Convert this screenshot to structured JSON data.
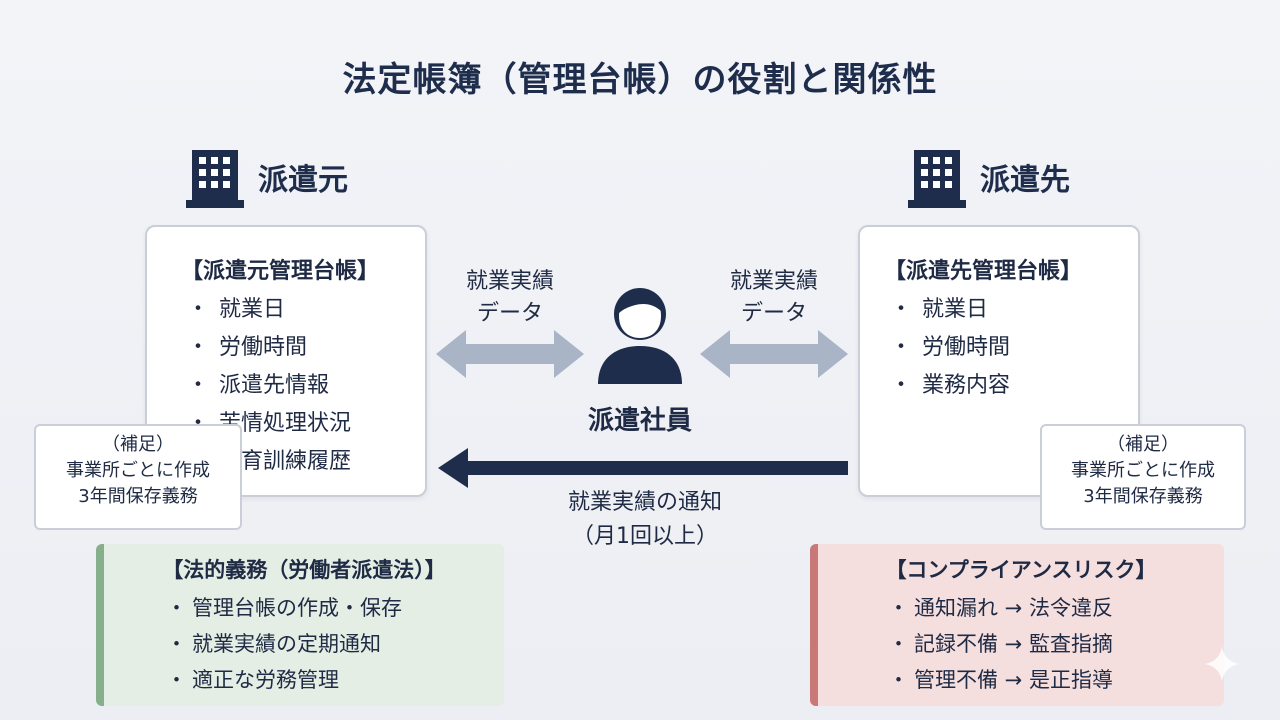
{
  "title": "法定帳簿（管理台帳）の役割と関係性",
  "left": {
    "org": "派遣元",
    "card_title": "【派遣元管理台帳】",
    "items": [
      "就業日",
      "労働時間",
      "派遣先情報",
      "苦情処理状況",
      "教育訓練履歴"
    ],
    "note": [
      "（補足）",
      "事業所ごとに作成",
      "3年間保存義務"
    ]
  },
  "right": {
    "org": "派遣先",
    "card_title": "【派遣先管理台帳】",
    "items": [
      "就業日",
      "労働時間",
      "業務内容"
    ],
    "note": [
      "（補足）",
      "事業所ごとに作成",
      "3年間保存義務"
    ]
  },
  "center": {
    "person": "派遣社員",
    "left_arrow_label": [
      "就業実績",
      "データ"
    ],
    "right_arrow_label": [
      "就業実績",
      "データ"
    ],
    "notify_label": [
      "就業実績の通知",
      "（月1回以上）"
    ]
  },
  "legal": {
    "title": "【法的義務（労働者派遣法）】",
    "items": [
      "管理台帳の作成・保存",
      "就業実績の定期通知",
      "適正な労務管理"
    ]
  },
  "risk": {
    "title": "【コンプライアンスリスク】",
    "items": [
      "通知漏れ → 法令違反",
      "記録不備 → 監査指摘",
      "管理不備 → 是正指導"
    ]
  },
  "colors": {
    "navy": "#1f2d4d",
    "arrow_light": "#a9b4c6",
    "arrow_dark": "#1f2d4d",
    "green_panel": "#e4eee4",
    "green_accent": "#86b08c",
    "red_panel": "#f5dede",
    "red_accent": "#c97878"
  },
  "icons": [
    "building-icon",
    "person-icon",
    "sparkle-icon"
  ]
}
